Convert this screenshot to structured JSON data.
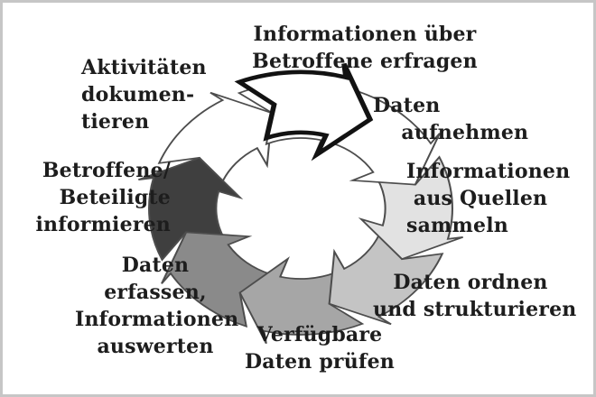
{
  "frame": {
    "border_color": "#c6c6c6",
    "background_color": "#ffffff"
  },
  "cycle": {
    "direction": "clockwise",
    "arrow_outline_color": "#4d4d4d",
    "highlight_outline_color": "#121212",
    "steps": [
      {
        "label": "Informationen über\nBetroffene erfragen",
        "arrow_color": "#ffffff",
        "highlighted": true
      },
      {
        "label": "Daten\n    aufnehmen",
        "arrow_color": "#ffffff",
        "highlighted": false
      },
      {
        "label": "Informationen\n aus Quellen\nsammeln",
        "arrow_color": "#e2e2e2",
        "highlighted": false
      },
      {
        "label": "Daten ordnen\nund strukturieren",
        "arrow_color": "#c4c4c4",
        "highlighted": false
      },
      {
        "label": "Verfügbare\nDaten prüfen",
        "arrow_color": "#a6a6a6",
        "highlighted": false
      },
      {
        "label": "Daten\nerfassen,\nInformationen\nauswerten",
        "arrow_color": "#8a8a8a",
        "highlighted": false
      },
      {
        "label": "Betroffene/\nBeteiligte\ninformieren",
        "arrow_color": "#3f3f3f",
        "highlighted": false
      },
      {
        "label": "Aktivitäten\ndokumen-\ntieren",
        "arrow_color": "#ffffff",
        "highlighted": false
      }
    ]
  }
}
